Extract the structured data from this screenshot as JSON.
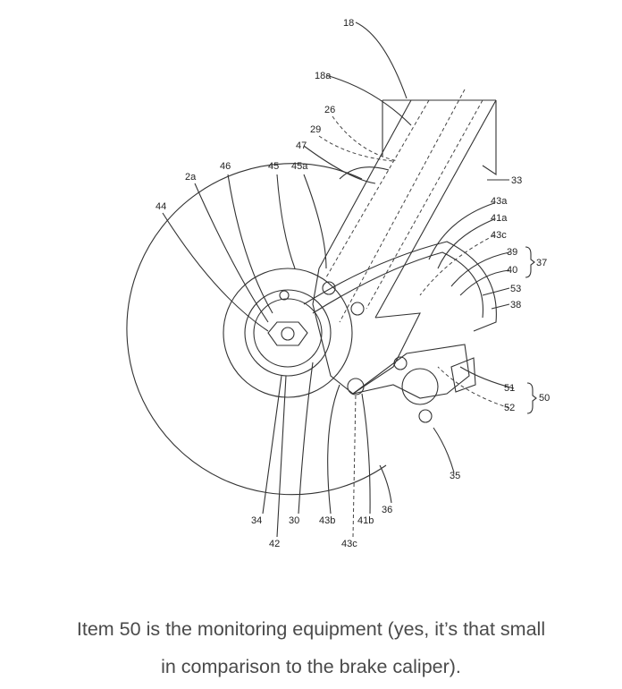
{
  "figure": {
    "labels": [
      "18",
      "18a",
      "26",
      "29",
      "47",
      "2a",
      "46",
      "45",
      "45a",
      "44",
      "33",
      "43a",
      "41a",
      "43c",
      "39",
      "40",
      "37",
      "53",
      "38",
      "51",
      "52",
      "50",
      "35",
      "36",
      "34",
      "30",
      "43b",
      "41b",
      "42",
      "43c"
    ]
  },
  "caption": {
    "line1": "Item 50 is the monitoring equipment (yes, it’s that small",
    "line2": "in comparison to the brake caliper)."
  }
}
